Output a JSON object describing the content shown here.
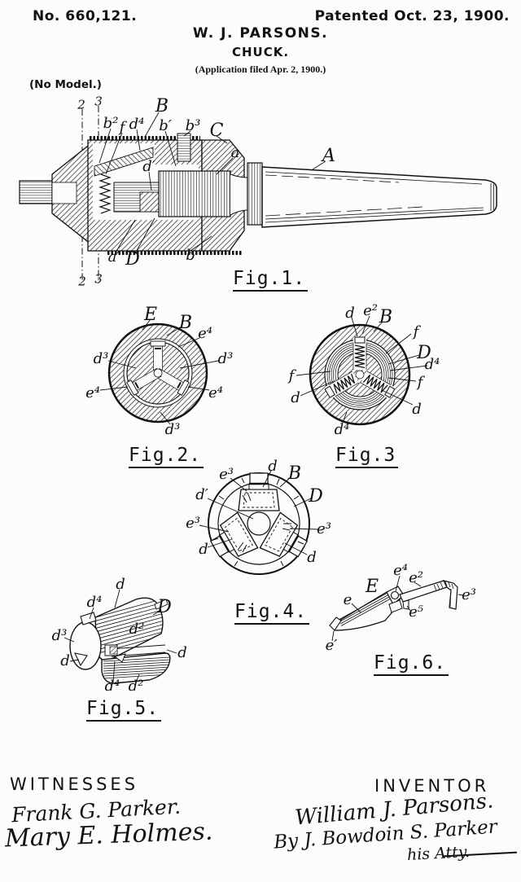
{
  "header": {
    "patent_number": "No. 660,121.",
    "patented": "Patented Oct. 23, 1900.",
    "author": "W. J. PARSONS.",
    "title": "CHUCK.",
    "application": "(Application filed Apr. 2, 1900.)",
    "model_note": "(No Model.)"
  },
  "figures": {
    "fig1": {
      "caption": "Fig.1.",
      "labels": [
        "2",
        "3",
        "b²",
        "f",
        "d⁴",
        "B",
        "b′",
        "b³",
        "C",
        "a",
        "A",
        "d′",
        "a′",
        "D",
        "b",
        "2",
        "3"
      ]
    },
    "fig2": {
      "caption": "Fig.2.",
      "labels": [
        "E",
        "B",
        "e⁴",
        "d³",
        "d³",
        "e⁴",
        "e⁴",
        "d³"
      ]
    },
    "fig3": {
      "caption": "Fig.3",
      "labels": [
        "d",
        "e²",
        "B",
        "f",
        "D",
        "d⁴",
        "f",
        "d",
        "f",
        "d",
        "d⁴"
      ]
    },
    "fig4": {
      "caption": "Fig.4.",
      "labels": [
        "e³",
        "d",
        "B",
        "d′",
        "D",
        "e³",
        "e³",
        "d",
        "d"
      ]
    },
    "fig5": {
      "caption": "Fig.5.",
      "labels": [
        "d",
        "d⁴",
        "D",
        "d²",
        "d³",
        "d",
        "d",
        "d⁴",
        "d²"
      ]
    },
    "fig6": {
      "caption": "Fig.6.",
      "labels": [
        "E",
        "e⁴",
        "e²",
        "e³",
        "e⁵",
        "e",
        "e′"
      ]
    }
  },
  "footer": {
    "witnesses_label": "WITNESSES",
    "witnesses": [
      "Frank G. Parker.",
      "Mary E. Holmes."
    ],
    "inventor_label": "INVENTOR",
    "inventor_signature": "William J. Parsons.",
    "attorney_signature": "By J. Bowdoin S. Parker",
    "attorney_title": "his Atty."
  }
}
